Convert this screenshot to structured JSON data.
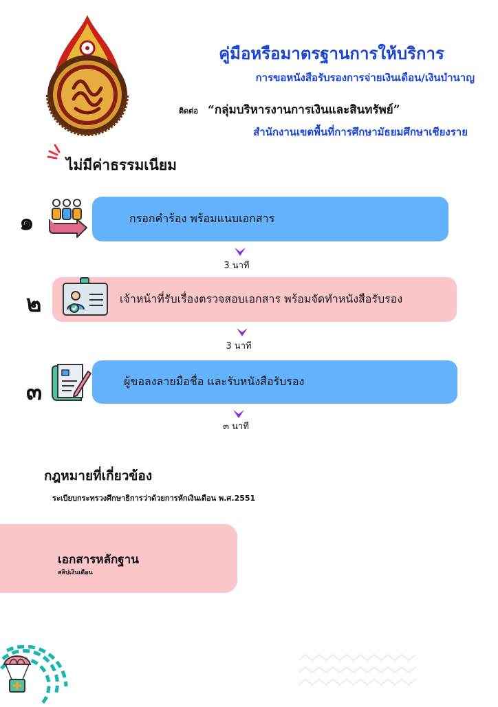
{
  "header": {
    "title": "คู่มือหรือมาตรฐานการให้บริการ",
    "subtitle": "การขอหนังสือรับรองการจ่ายเงินเดือน/เงินบำนาญ",
    "contact_prefix": "ติดต่อ",
    "contact_name": "“กลุ่มบริหารงานการเงินและสินทรัพย์”",
    "office": "สำนักงานเขตพื้นที่การศึกษามัธยมศึกษาเชียงราย"
  },
  "fee": {
    "text": "ไม่มีค่าธรรมเนียม"
  },
  "steps": [
    {
      "number": "๑",
      "label": "กรอกคำร้อง   พร้อมแนบเอกสาร",
      "duration": "3 นาที",
      "icon": "people-arrow-icon",
      "color": "#64b2fb"
    },
    {
      "number": "๒",
      "label": "เจ้าหน้าที่รับเรื่องตรวจสอบเอกสาร พร้อมจัดทำหนังสือรับรอง",
      "duration": "3 นาที",
      "icon": "id-card-check-icon",
      "color": "#fbc6ca"
    },
    {
      "number": "๓",
      "label": "ผู้ขอลงลายมือชื่อ และรับหนังสือรับรอง",
      "duration": "๓ นาที",
      "icon": "document-pen-icon",
      "color": "#64b2fb"
    }
  ],
  "law": {
    "title": "กฎหมายที่เกี่ยวข้อง",
    "item": "ระเบียบกระทรวงศึกษาธิการว่าด้วยการหักเงินเดือน พ.ศ.2551"
  },
  "documents": {
    "title": "เอกสารหลักฐาน",
    "item": "สลิปเงินเดือน"
  },
  "colors": {
    "accent_blue": "#1a44d6",
    "step_blue": "#64b2fb",
    "step_pink": "#fbc6ca",
    "arrow_purple": "#8a2be2",
    "teal": "#17b6b0"
  }
}
